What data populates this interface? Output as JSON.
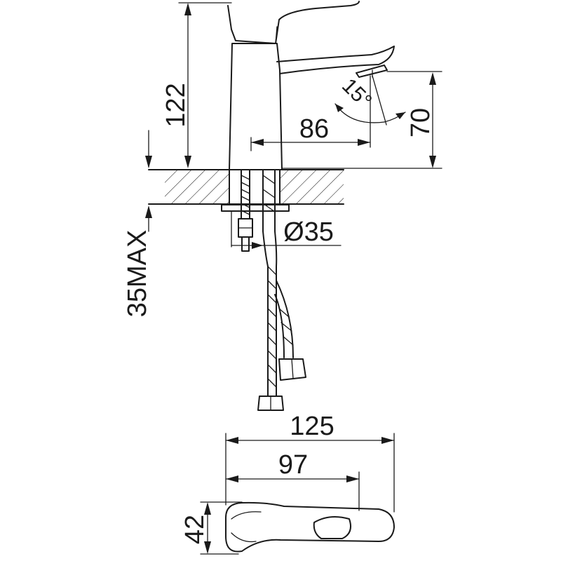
{
  "dimensions": {
    "spout_height": "122",
    "angle": "15°",
    "outlet_height": "70",
    "spout_reach": "86",
    "max_deck_thickness": "35MAX",
    "hole_diameter": "Ø35",
    "overall_length": "125",
    "handle_length": "97",
    "base_width": "42"
  }
}
